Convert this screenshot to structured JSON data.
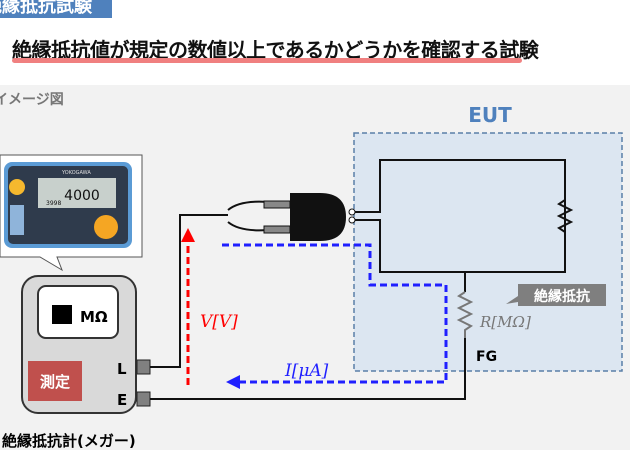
{
  "header": {
    "tab_label": "絶縁抵抗試験",
    "headline": "絶縁抵抗値が規定の数値以上であるかどうかを確認する試験"
  },
  "diagram": {
    "section_label": "イメージ図",
    "eut_label": "EUT",
    "meter": {
      "unit": "MΩ",
      "measure_button": "測定",
      "terminal_l": "L",
      "terminal_e": "E",
      "caption": "絶縁抵抗計(メガー)",
      "photo_brand": "YOKOGAWA",
      "photo_reading": "4000",
      "photo_sub_reading": "3998"
    },
    "voltage_label": "V[V]",
    "current_label": "I[μA]",
    "resistance_label": "R[MΩ]",
    "callout": "絶縁抵抗",
    "fg_label": "FG",
    "colors": {
      "tab": "#4f81bd",
      "underline": "#f08080",
      "eut_fill": "#dce6f1",
      "eut_border": "#5a7fa8",
      "voltage": "#ff0000",
      "current": "#1f1fff",
      "measure_button": "#c0504d"
    }
  }
}
